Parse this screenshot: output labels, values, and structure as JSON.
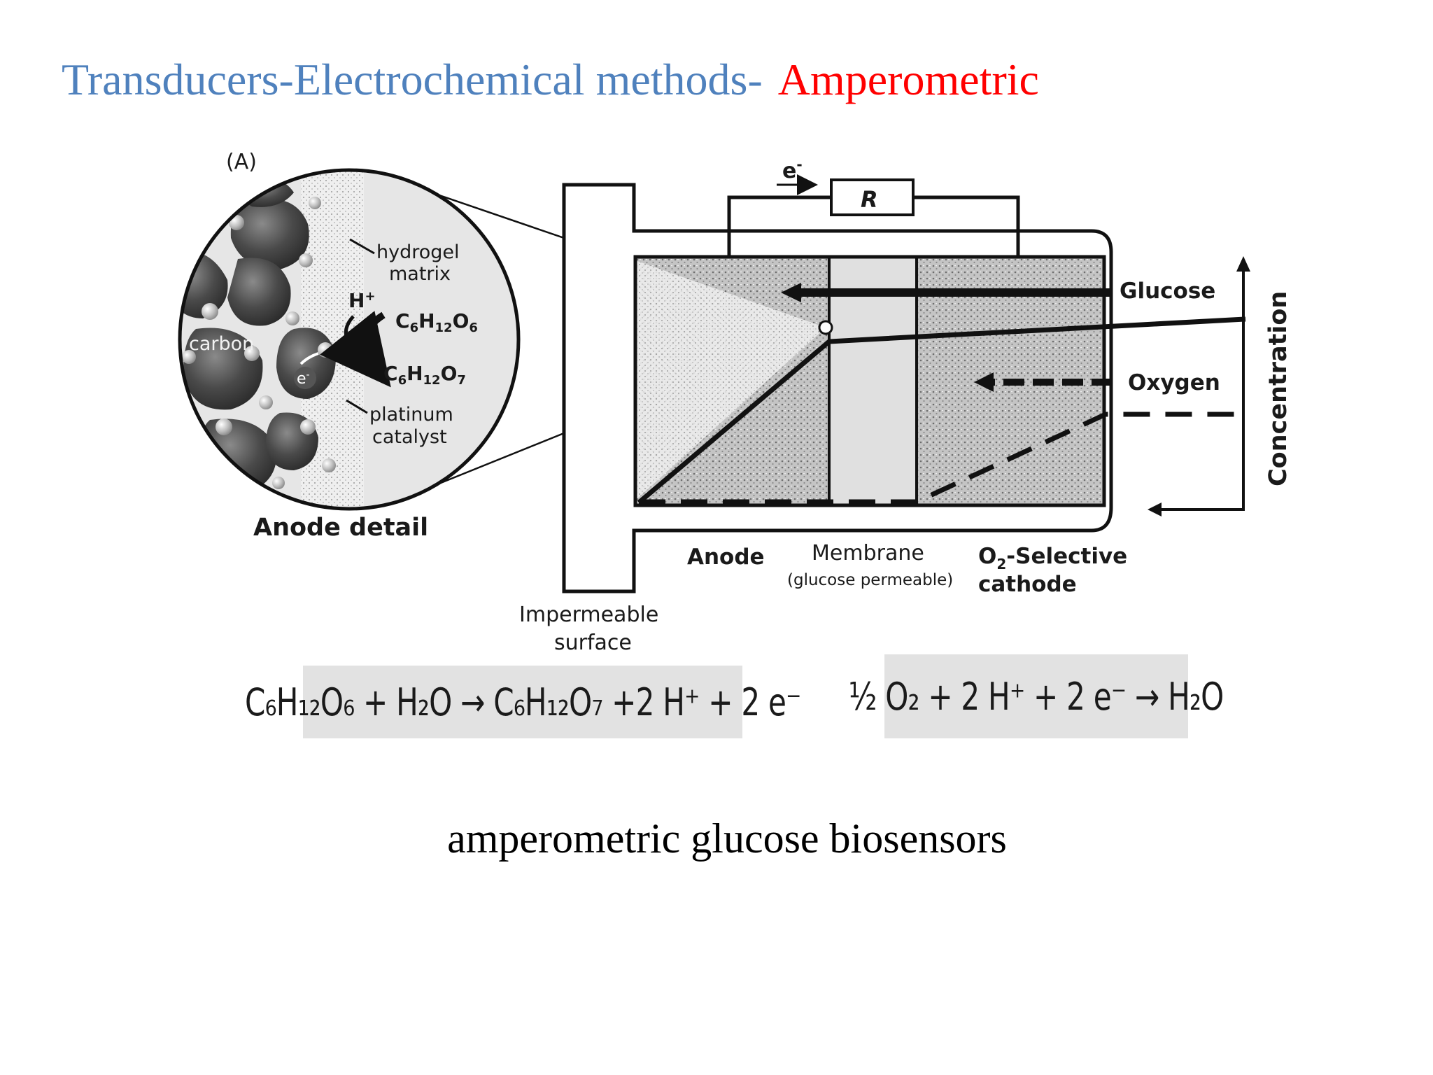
{
  "title": {
    "part_a": "Transducers-Electrochemical methods-",
    "part_b": "Amperometric"
  },
  "diagram": {
    "panel_label": "(A)",
    "resistor": "R",
    "electron": "e",
    "electron_sup": "-",
    "anode_detail": {
      "heading": "Anode detail",
      "hydrogel_1": "hydrogel",
      "hydrogel_2": "matrix",
      "carbon": "carbon",
      "h_plus": "H",
      "h_plus_sup": "+",
      "glucose_formula": "C6H12O6",
      "gluconic_formula": "C6H12O7",
      "electron": "e",
      "platinum_1": "platinum",
      "platinum_2": "catalyst"
    },
    "labels": {
      "glucose": "Glucose",
      "oxygen": "Oxygen",
      "concentration": "Concentration",
      "anode": "Anode",
      "membrane": "Membrane",
      "membrane_note": "(glucose permeable)",
      "cathode_1": "O2-Selective",
      "cathode_2": "cathode",
      "impermeable_1": "Impermeable",
      "impermeable_2": "surface"
    }
  },
  "equations": {
    "anode": "C₆H₁₂O₆ + H₂O → C₆H₁₂O₇ +2 H⁺ + 2 e⁻",
    "cathode": "½ O₂ + 2 H⁺ + 2 e⁻ → H₂O"
  },
  "caption": "amperometric glucose biosensors"
}
